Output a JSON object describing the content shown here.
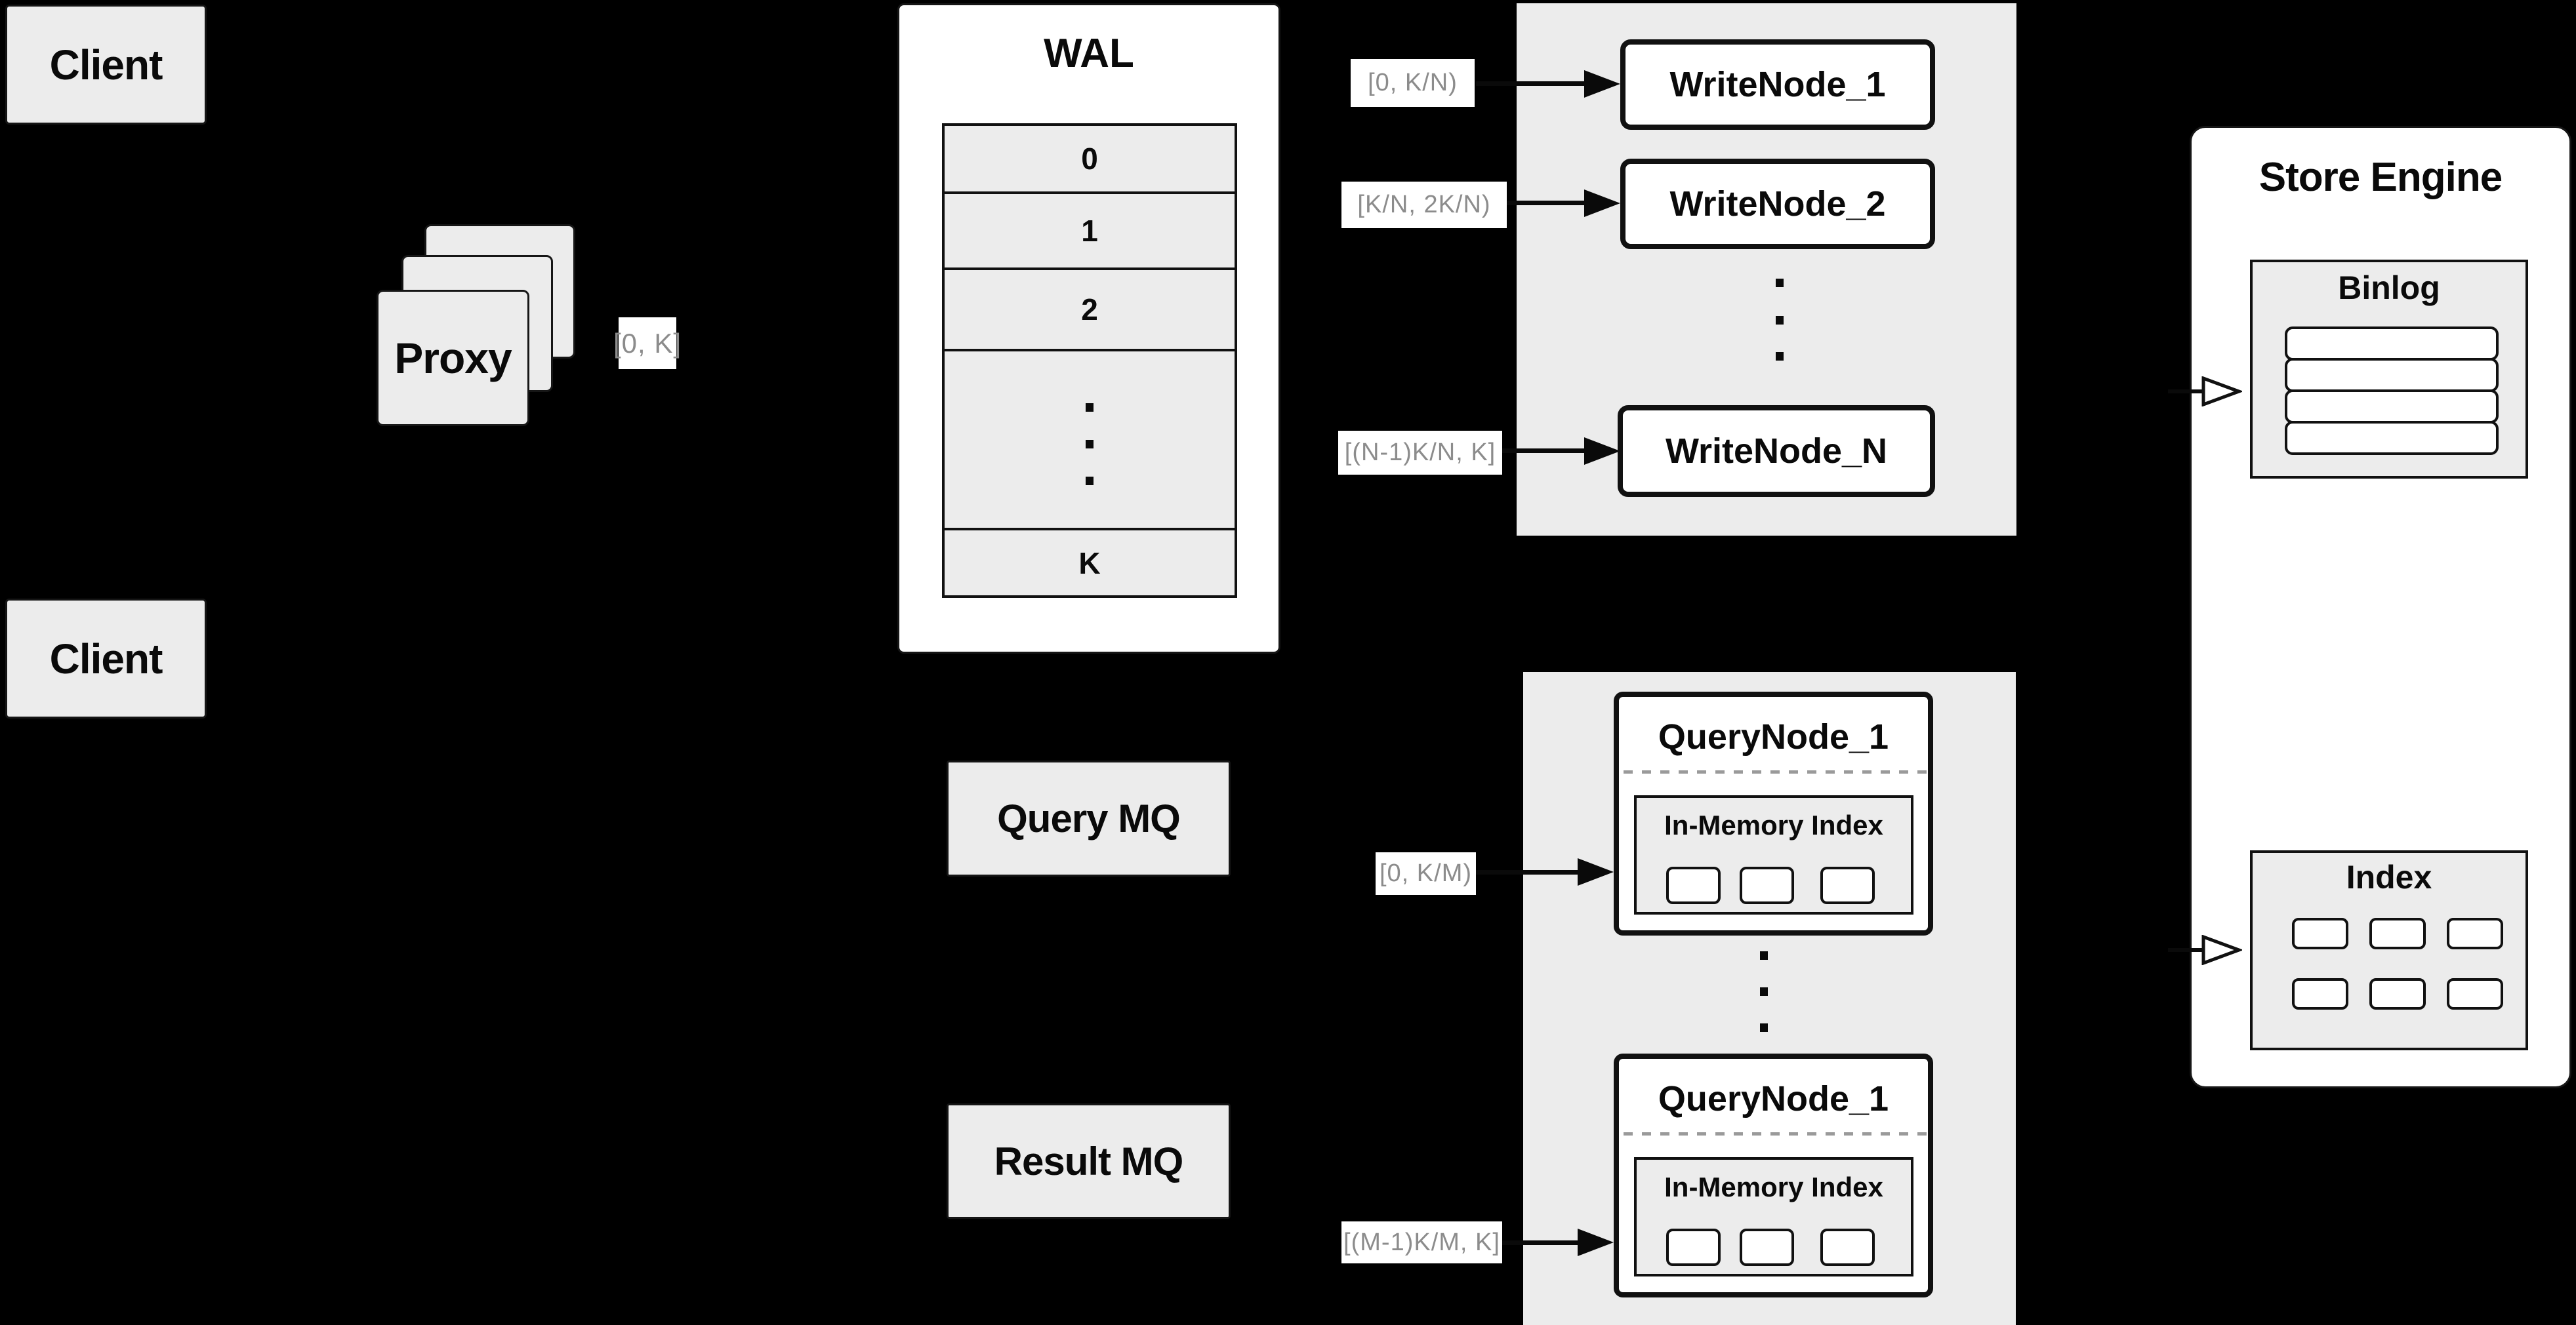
{
  "colors": {
    "background": "#000000",
    "panel_gray": "#ececec",
    "white": "#ffffff",
    "border": "#111111",
    "label_gray": "#8c8c8c"
  },
  "clients": {
    "top": "Client",
    "bottom": "Client"
  },
  "proxy": {
    "label": "Proxy",
    "range": "[0, K]"
  },
  "wal": {
    "title": "WAL",
    "rows": [
      "0",
      "1",
      "2"
    ],
    "last_row": "K"
  },
  "write_section": {
    "labels": [
      "[0, K/N)",
      "[K/N, 2K/N)",
      "[(N-1)K/N, K]"
    ],
    "nodes": [
      "WriteNode_1",
      "WriteNode_2",
      "WriteNode_N"
    ]
  },
  "mq": {
    "query": "Query MQ",
    "result": "Result MQ"
  },
  "query_section": {
    "labels": [
      "[0, K/M)",
      "[(M-1)K/M, K]"
    ],
    "nodes": [
      {
        "title": "QueryNode_1",
        "subtitle": "In-Memory Index"
      },
      {
        "title": "QueryNode_1",
        "subtitle": "In-Memory Index"
      }
    ]
  },
  "store_engine": {
    "title": "Store Engine",
    "binlog_title": "Binlog",
    "index_title": "Index"
  }
}
